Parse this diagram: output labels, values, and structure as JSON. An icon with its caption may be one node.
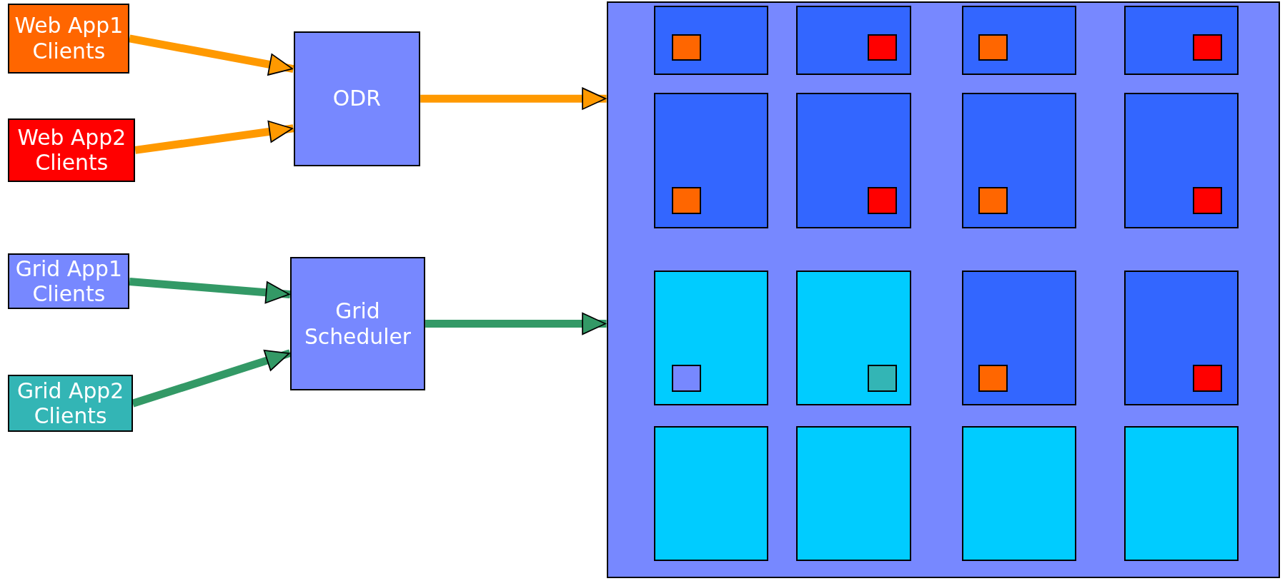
{
  "diagram": {
    "nodes": [
      {
        "text": [
          "Web App1 Clients"
        ]
      },
      {
        "text": [
          "Web App2 Clients"
        ]
      },
      {
        "text": [
          "ODR"
        ]
      },
      {
        "text": [
          "Grid App1 Clients"
        ]
      },
      {
        "text": [
          "Grid App2 Clients"
        ]
      },
      {
        "text": [
          "Grid Scheduler"
        ]
      },
      {
        "text": [],
        "shape": "box"
      },
      {
        "text": [],
        "shape": "box",
        "in": 6
      },
      {
        "text": [],
        "shape": "box",
        "in": 7
      },
      {
        "text": [],
        "shape": "box",
        "in": 6
      },
      {
        "text": [],
        "shape": "box",
        "in": 9
      },
      {
        "text": [],
        "shape": "box",
        "in": 6
      },
      {
        "text": [],
        "shape": "box",
        "in": 11
      },
      {
        "text": [],
        "shape": "box",
        "in": 6
      },
      {
        "text": [],
        "shape": "box",
        "in": 13
      },
      {
        "text": [],
        "shape": "box",
        "in": 6
      },
      {
        "text": [],
        "shape": "box",
        "in": 15
      },
      {
        "text": [],
        "shape": "box",
        "in": 6
      },
      {
        "text": [],
        "shape": "box",
        "in": 17
      },
      {
        "text": [],
        "shape": "box",
        "in": 6
      },
      {
        "text": [],
        "shape": "box",
        "in": 19
      },
      {
        "text": [],
        "shape": "box",
        "in": 6
      },
      {
        "text": [],
        "shape": "box",
        "in": 21
      },
      {
        "text": [],
        "shape": "box",
        "in": 6
      },
      {
        "text": [],
        "shape": "box",
        "in": 23
      },
      {
        "text": [],
        "shape": "box",
        "in": 6
      },
      {
        "text": [],
        "shape": "box",
        "in": 25
      },
      {
        "text": [],
        "shape": "box",
        "in": 6
      },
      {
        "text": [],
        "shape": "box",
        "in": 27
      },
      {
        "text": [],
        "shape": "box",
        "in": 6
      },
      {
        "text": [],
        "shape": "box",
        "in": 29
      },
      {
        "text": [],
        "shape": "box",
        "in": 6
      },
      {
        "text": [],
        "shape": "box",
        "in": 6
      },
      {
        "text": [],
        "shape": "box",
        "in": 6
      },
      {
        "text": [],
        "shape": "box",
        "in": 6
      }
    ],
    "edges": [
      {
        "from": 0,
        "to": 2,
        "arrow": "to",
        "color": "#ff9900"
      },
      {
        "from": 1,
        "to": 2,
        "arrow": "to",
        "color": "#ff9900"
      },
      {
        "from": 3,
        "to": 5,
        "arrow": "to",
        "color": "#339966"
      },
      {
        "from": 4,
        "to": 5,
        "arrow": "to",
        "color": "#339966"
      },
      {
        "from": 2,
        "to": 6,
        "arrow": "to",
        "color": "#ff9900"
      },
      {
        "from": 5,
        "to": 6,
        "arrow": "to",
        "color": "#339966"
      }
    ]
  }
}
